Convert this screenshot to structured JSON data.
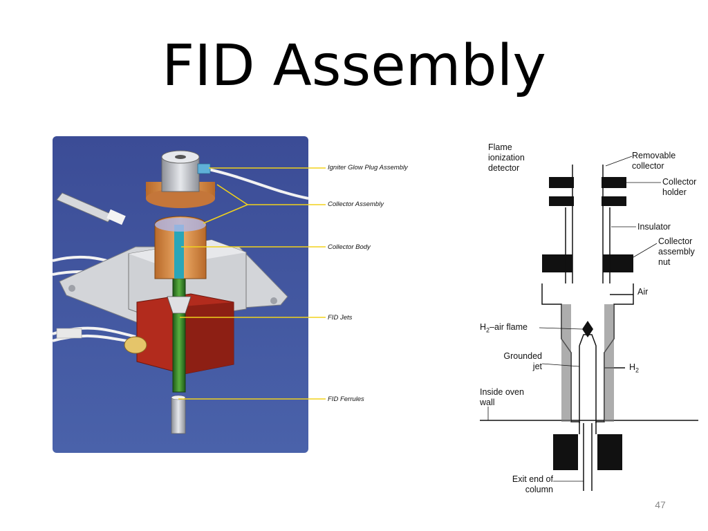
{
  "slide": {
    "title": "FID Assembly",
    "page_number": "47"
  },
  "left_figure": {
    "labels": {
      "igniter": "Igniter Glow Plug Assembly",
      "collector_assembly": "Collector Assembly",
      "collector_body": "Collector Body",
      "jets": "FID Jets",
      "ferrules": "FID Ferrules"
    },
    "colors": {
      "background": "#3a4f98",
      "leader": "#f2d21b",
      "bronze": "#d9893b",
      "body_red": "#b22b1d",
      "jet_green": "#3f8a2a",
      "metal": "#c9cbcf"
    }
  },
  "right_figure": {
    "labels": {
      "flame_ionization_detector": "Flame ionization detector",
      "removable_collector": "Removable collector",
      "collector_holder": "Collector holder",
      "insulator": "Insulator",
      "collector_assembly_nut": "Collector assembly nut",
      "air": "Air",
      "h2_air_flame_prefix": "H",
      "h2_air_flame_sub": "2",
      "h2_air_flame_suffix": "–air flame",
      "grounded_jet": "Grounded jet",
      "h2_prefix": "H",
      "h2_sub": "2",
      "inside_oven_wall": "Inside oven wall",
      "exit_end_of_column": "Exit end of column"
    }
  }
}
